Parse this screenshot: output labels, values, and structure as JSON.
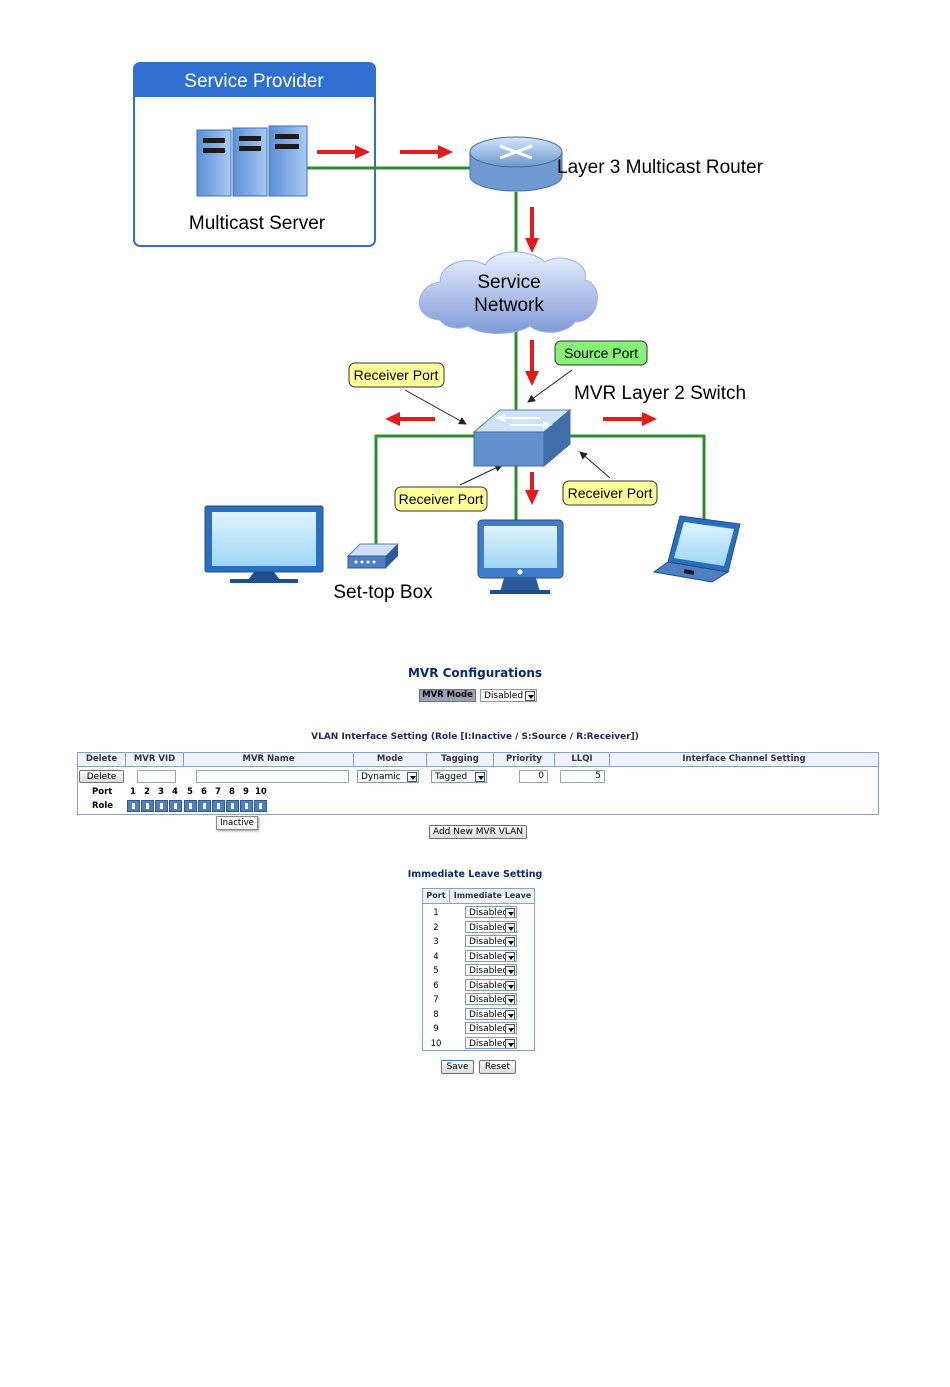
{
  "diagram": {
    "service_provider_title": "Service Provider",
    "multicast_server_label": "Multicast Server",
    "router_label": "Layer 3 Multicast Router",
    "service_network_label_line1": "Service",
    "service_network_label_line2": "Network",
    "switch_label": "MVR Layer 2 Switch",
    "source_port_label": "Source Port",
    "receiver_port_label_top": "Receiver Port",
    "receiver_port_label_bottom_left": "Receiver Port",
    "receiver_port_label_bottom_right": "Receiver Port",
    "set_top_box_label": "Set-top Box",
    "colors": {
      "link": "#2e8b2e",
      "flow_arrow": "#e31b1b",
      "source_callout": "#86f07a",
      "receiver_callout": "#ffff99",
      "provider_header": "#2f6fd0"
    }
  },
  "mvr": {
    "title": "MVR Configurations",
    "mode_label": "MVR Mode",
    "mode_value": "Disabled"
  },
  "vlan": {
    "title": "VLAN Interface Setting (Role [I:Inactive / S:Source / R:Receiver])",
    "headers": [
      "Delete",
      "MVR VID",
      "MVR Name",
      "Mode",
      "Tagging",
      "Priority",
      "LLQI",
      "Interface Channel Setting"
    ],
    "delete_button": "Delete",
    "vid_value": "",
    "name_value": "",
    "mode_value": "Dynamic",
    "tagging_value": "Tagged",
    "priority_value": "0",
    "llqi_value": "5",
    "port_label": "Port",
    "role_label": "Role",
    "ports": [
      "1",
      "2",
      "3",
      "4",
      "5",
      "6",
      "7",
      "8",
      "9",
      "10"
    ],
    "tooltip": "Inactive",
    "add_button": "Add New MVR VLAN"
  },
  "immediate_leave": {
    "title": "Immediate Leave Setting",
    "header_port": "Port",
    "header_leave": "Immediate Leave",
    "rows": [
      {
        "port": "1",
        "value": "Disabled"
      },
      {
        "port": "2",
        "value": "Disabled"
      },
      {
        "port": "3",
        "value": "Disabled"
      },
      {
        "port": "4",
        "value": "Disabled"
      },
      {
        "port": "5",
        "value": "Disabled"
      },
      {
        "port": "6",
        "value": "Disabled"
      },
      {
        "port": "7",
        "value": "Disabled"
      },
      {
        "port": "8",
        "value": "Disabled"
      },
      {
        "port": "9",
        "value": "Disabled"
      },
      {
        "port": "10",
        "value": "Disabled"
      }
    ]
  },
  "actions": {
    "save": "Save",
    "reset": "Reset"
  }
}
